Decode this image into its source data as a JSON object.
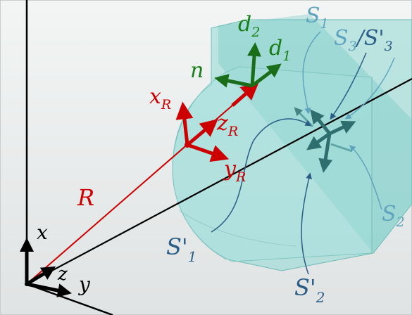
{
  "labels": {
    "d2": {
      "base": "d",
      "sub": "2"
    },
    "d1": {
      "base": "d",
      "sub": "1"
    },
    "n": {
      "base": "n",
      "sub": ""
    },
    "xR": {
      "base": "x",
      "sub": "R"
    },
    "zR": {
      "base": "z",
      "sub": "R"
    },
    "yR": {
      "base": "y",
      "sub": "R"
    },
    "R": {
      "base": "R",
      "sub": ""
    },
    "x": {
      "base": "x",
      "sub": ""
    },
    "y": {
      "base": "y",
      "sub": ""
    },
    "z": {
      "base": "z",
      "sub": ""
    },
    "S1": {
      "base": "S",
      "sub": "1"
    },
    "S3S3p": {
      "base": "S",
      "sub": "3",
      "mid": "/S'",
      "sub2": "3"
    },
    "S2": {
      "base": "S",
      "sub": "2"
    },
    "S1p": {
      "base": "S'",
      "sub": "1"
    },
    "S2p": {
      "base": "S'",
      "sub": "2"
    }
  },
  "colors": {
    "background_top": "#f2f4f4",
    "background_bottom": "#e1e4e4",
    "frame_red": "#cc0000",
    "frame_green": "#1a7f1a",
    "teal_body": "#7fd3cf",
    "teal_dark": "#2f6e6e",
    "annotation_blue": "#2b5d86",
    "annotation_light": "#5fa4be",
    "black": "#000000"
  }
}
